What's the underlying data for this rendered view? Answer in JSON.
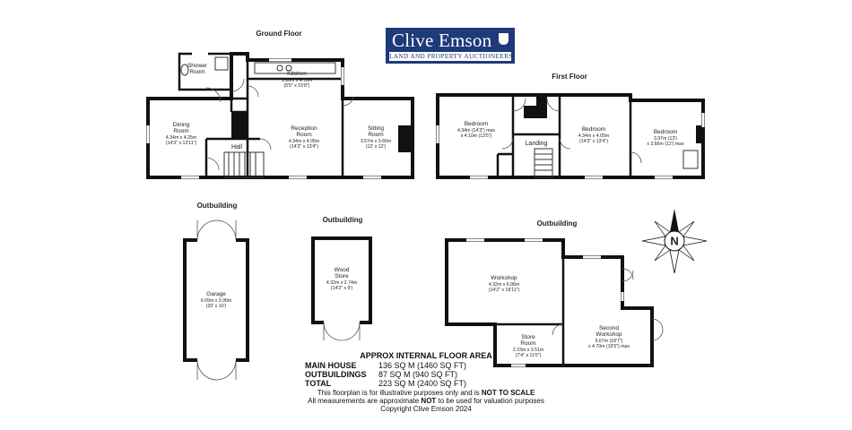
{
  "floors": {
    "ground": "Ground Floor",
    "first": "First Floor",
    "outbuilding_left": "Outbuilding",
    "outbuilding_mid": "Outbuilding",
    "outbuilding_right": "Outbuilding"
  },
  "brand": {
    "name": "Clive Emson",
    "tagline": "LAND AND PROPERTY AUCTIONEERS",
    "color": "#1f3a7a"
  },
  "rooms": {
    "shower": {
      "name1": "Shower",
      "name2": "Room"
    },
    "kitchen": {
      "name": "Kitchen",
      "dim1": "1.66m x 4.78m",
      "dim2": "(5'5\" x 15'8\")"
    },
    "dining": {
      "name1": "Dining",
      "name2": "Room",
      "dim1": "4.34m x 4.25m",
      "dim2": "(14'3\" x 13'11\")"
    },
    "reception": {
      "name1": "Reception",
      "name2": "Room",
      "dim1": "4.34m x 4.05m",
      "dim2": "(14'3\" x 13'4\")"
    },
    "sitting": {
      "name1": "Sitting",
      "name2": "Room",
      "dim1": "3.57m x 3.66m",
      "dim2": "(12' x 12')"
    },
    "hall": {
      "name": "Hall"
    },
    "bed1": {
      "name": "Bedroom",
      "dim1": "4.34m (14'3\") max",
      "dim2": "x 4.10m (13'5\")"
    },
    "landing": {
      "name": "Landing"
    },
    "bed2": {
      "name": "Bedroom",
      "dim1": "4.34m x 4.05m",
      "dim2": "(14'3\" x 13'4\")"
    },
    "bed3": {
      "name": "Bedroom",
      "dim1": "3.97m (13')",
      "dim2": "x 3.66m (12') max"
    },
    "garage": {
      "name": "Garage",
      "dim1": "6.09m x 3.06m",
      "dim2": "(20' x 10')"
    },
    "wood": {
      "name1": "Wood",
      "name2": "Store",
      "dim1": "4.32m x 2.74m",
      "dim2": "(14'2\" x 9')"
    },
    "workshop": {
      "name": "Workshop",
      "dim1": "4.32m x 6.06m",
      "dim2": "(14'2\" x 19'11\")"
    },
    "store": {
      "name1": "Store",
      "name2": "Room",
      "dim1": "2.23m x 3.51m",
      "dim2": "(7'4\" x 11'6\")"
    },
    "second": {
      "name1": "Second",
      "name2": "Workshop",
      "dim1": "5.67m (18'7\")",
      "dim2": "x 4.70m (15'5\") max"
    }
  },
  "compass": {
    "letter": "N"
  },
  "area": {
    "title": "APPROX INTERNAL FLOOR AREA",
    "rows": [
      {
        "label": "MAIN HOUSE",
        "value": "136 SQ M (1460 SQ FT)"
      },
      {
        "label": "OUTBUILDINGS",
        "value": "87 SQ M (940 SQ FT)"
      },
      {
        "label": "TOTAL",
        "value": "223 SQ M (2400 SQ FT)"
      }
    ]
  },
  "disclaimer": {
    "l1a": "This floorplan is for illustrative purposes only and is ",
    "l1b": "NOT TO SCALE",
    "l2a": "All measurements are approximate ",
    "l2b": "NOT",
    "l2c": " to be used for valuation purposes",
    "l3": "Copyright Clive Emson 2024"
  }
}
